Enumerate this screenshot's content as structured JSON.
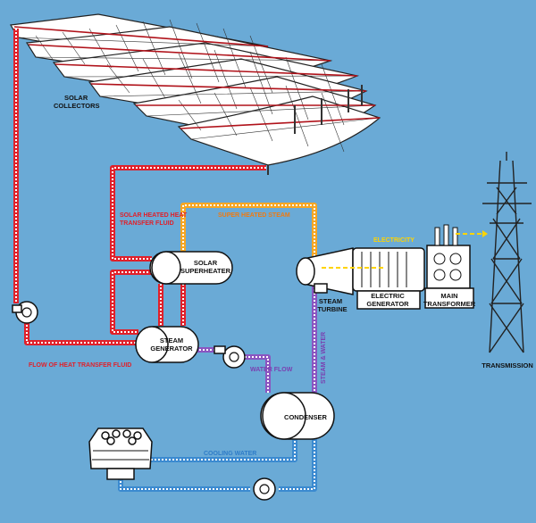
{
  "labels": {
    "solar_collectors_1": "SOLAR",
    "solar_collectors_2": "COLLECTORS",
    "solar_heated_1": "SOLAR HEATED HEAT",
    "solar_heated_2": "TRANSFER FLUID",
    "superheated_steam": "SUPER HEATED STEAM",
    "electricity": "ELECTRICITY",
    "solar_superheater_1": "SOLAR",
    "solar_superheater_2": "SUPERHEATER",
    "steam_turbine_1": "STEAM",
    "steam_turbine_2": "TURBINE",
    "electric_generator_1": "ELECTRIC",
    "electric_generator_2": "GENERATOR",
    "main_transformer_1": "MAIN",
    "main_transformer_2": "TRANSFORMER",
    "steam_generator_1": "STEAM",
    "steam_generator_2": "GENERATOR",
    "flow_of_heat": "FLOW OF HEAT TRANSFER FLUID",
    "water_flow": "WATER FLOW",
    "steam_and_water": "STEAM & WATER",
    "condenser": "CONDENSER",
    "cooling_water": "COOLING WATER",
    "transmission": "TRANSMISSION"
  },
  "colors": {
    "background": "#6aaad6",
    "heat_transfer_fluid": "#e0202a",
    "superheated_steam": "#f5a623",
    "electricity": "#ffd400",
    "steam_and_water": "#8a55c0",
    "cooling_water": "#3b8ad0"
  },
  "icons": [
    "solar-trough-icon",
    "pump-icon",
    "turbine-icon",
    "generator-icon",
    "transformer-icon",
    "transmission-tower-icon",
    "cooling-tower-icon",
    "tank-icon"
  ]
}
